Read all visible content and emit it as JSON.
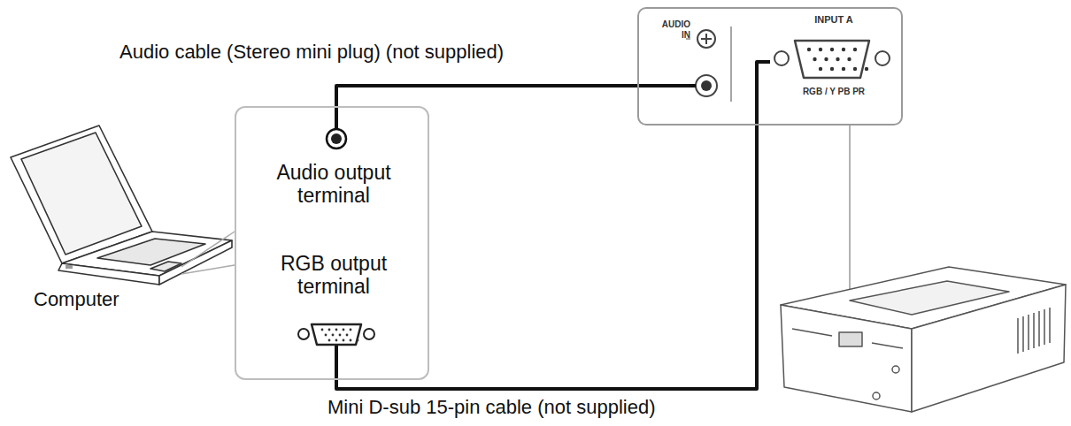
{
  "diagram": {
    "nodes": [
      {
        "text": [
          "Audio output terminal",
          "RGB output terminal"
        ]
      },
      {
        "text": [
          "AUDIO IN",
          "INPUT A",
          "RGB / Y PB PR"
        ]
      }
    ],
    "edges": [
      {
        "from": 0,
        "to": 1,
        "arrow": "none",
        "label": "Audio cable (Stereo mini plug) (not supplied)"
      },
      {
        "from": 0,
        "to": 1,
        "arrow": "none",
        "label": "Mini D-sub 15-pin cable (not supplied)"
      }
    ],
    "labels": [
      "Computer"
    ]
  }
}
